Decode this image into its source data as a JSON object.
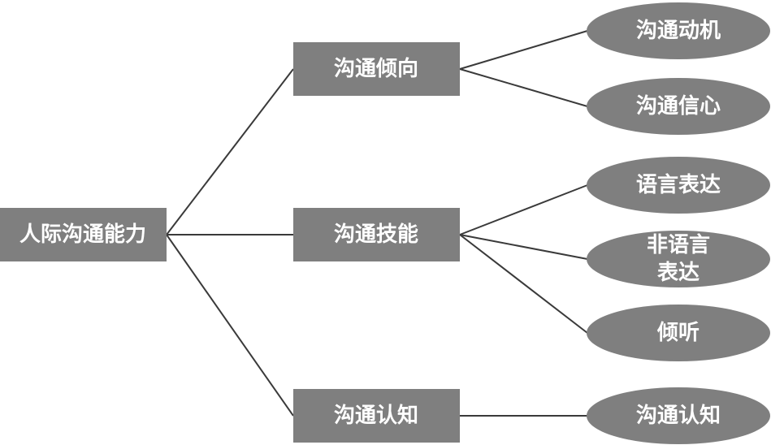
{
  "colors": {
    "node_fill": "#7f7f7f",
    "text": "#ffffff",
    "line": "#3a3a3a"
  },
  "root": {
    "label": "人际沟通能力"
  },
  "branches": [
    {
      "label": "沟通倾向",
      "leaves": [
        {
          "lines": [
            "沟通动机"
          ]
        },
        {
          "lines": [
            "沟通信心"
          ]
        }
      ]
    },
    {
      "label": "沟通技能",
      "leaves": [
        {
          "lines": [
            "语言表达"
          ]
        },
        {
          "lines": [
            "非语言",
            "表达"
          ]
        },
        {
          "lines": [
            "倾听"
          ]
        }
      ]
    },
    {
      "label": "沟通认知",
      "leaves": [
        {
          "lines": [
            "沟通认知"
          ]
        }
      ]
    }
  ]
}
